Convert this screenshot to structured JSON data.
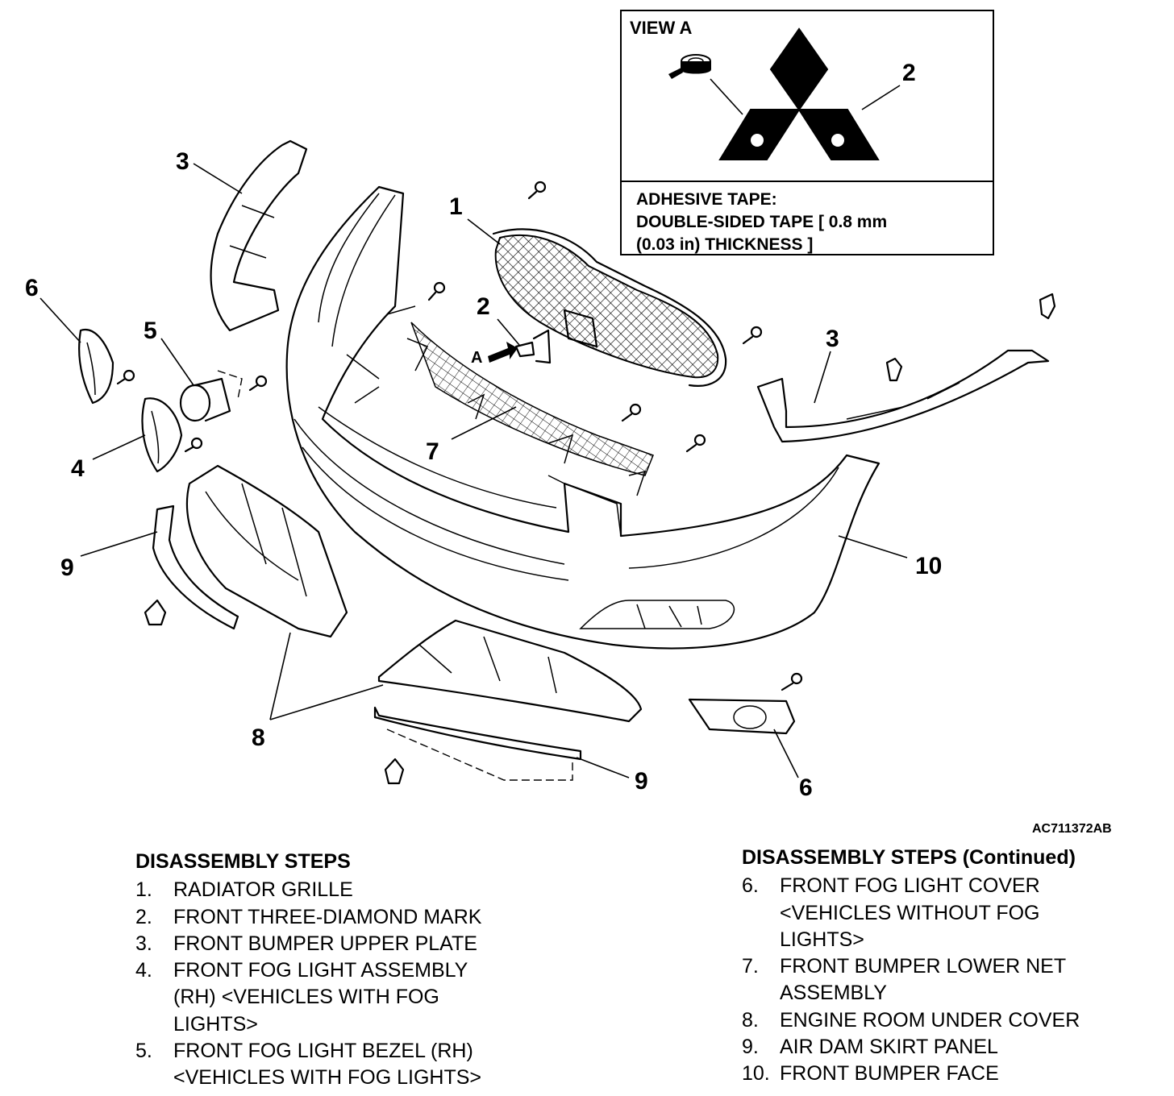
{
  "callouts": {
    "c1": "1",
    "c2": "2",
    "c3a": "3",
    "c3b": "3",
    "c4": "4",
    "c5": "5",
    "c6a": "6",
    "c6b": "6",
    "c7": "7",
    "c8": "8",
    "c9a": "9",
    "c9b": "9",
    "c10": "10",
    "arrow_a": "A"
  },
  "view_a": {
    "title": "VIEW A",
    "callout": "2",
    "note_lines": [
      "ADHESIVE TAPE:",
      "DOUBLE-SIDED TAPE [  0.8 mm",
      "(0.03 in) THICKNESS ]"
    ]
  },
  "figure_code": "AC711372AB",
  "steps_left": {
    "heading": "DISASSEMBLY STEPS",
    "items": [
      {
        "num": "1.",
        "text": "RADIATOR GRILLE"
      },
      {
        "num": "2.",
        "text": "FRONT THREE-DIAMOND MARK"
      },
      {
        "num": "3.",
        "text": "FRONT BUMPER UPPER PLATE"
      },
      {
        "num": "4.",
        "text": "FRONT FOG LIGHT ASSEMBLY\n(RH) <VEHICLES WITH FOG\nLIGHTS>"
      },
      {
        "num": "5.",
        "text": "FRONT FOG LIGHT BEZEL (RH)\n<VEHICLES WITH FOG LIGHTS>"
      }
    ]
  },
  "steps_right": {
    "heading": "DISASSEMBLY STEPS (Continued)",
    "items": [
      {
        "num": "6.",
        "text": "FRONT FOG LIGHT COVER\n<VEHICLES WITHOUT FOG\nLIGHTS>"
      },
      {
        "num": "7.",
        "text": "FRONT BUMPER LOWER NET\nASSEMBLY"
      },
      {
        "num": "8.",
        "text": "ENGINE ROOM UNDER COVER"
      },
      {
        "num": "9.",
        "text": "AIR DAM SKIRT PANEL"
      },
      {
        "num": "10.",
        "text": "FRONT BUMPER FACE"
      }
    ]
  }
}
